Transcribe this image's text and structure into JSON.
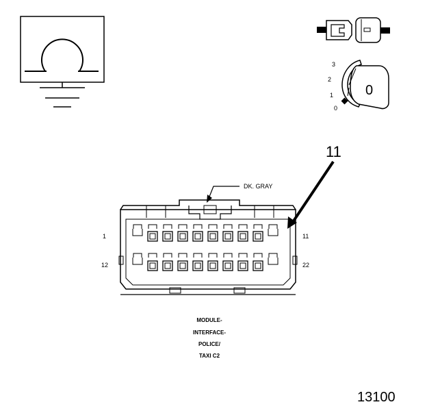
{
  "callout_number": "11",
  "wire_color_label": "DK. GRAY",
  "pin_labels": {
    "top_left": "1",
    "top_right": "11",
    "bottom_left": "12",
    "bottom_right": "22"
  },
  "ignition_positions": [
    "3",
    "2",
    "1",
    "0"
  ],
  "key_label": "0",
  "connector_caption": [
    "MODULE-",
    "INTERFACE-",
    "POLICE/",
    "TAXI C2"
  ],
  "figure_number": "13100",
  "icons": {
    "ground_symbol": "ground-icon",
    "ohm_symbol": "ohm-meter-icon",
    "connector_symbol": "connector-plug-icon",
    "ignition_symbol": "ignition-key-icon"
  }
}
